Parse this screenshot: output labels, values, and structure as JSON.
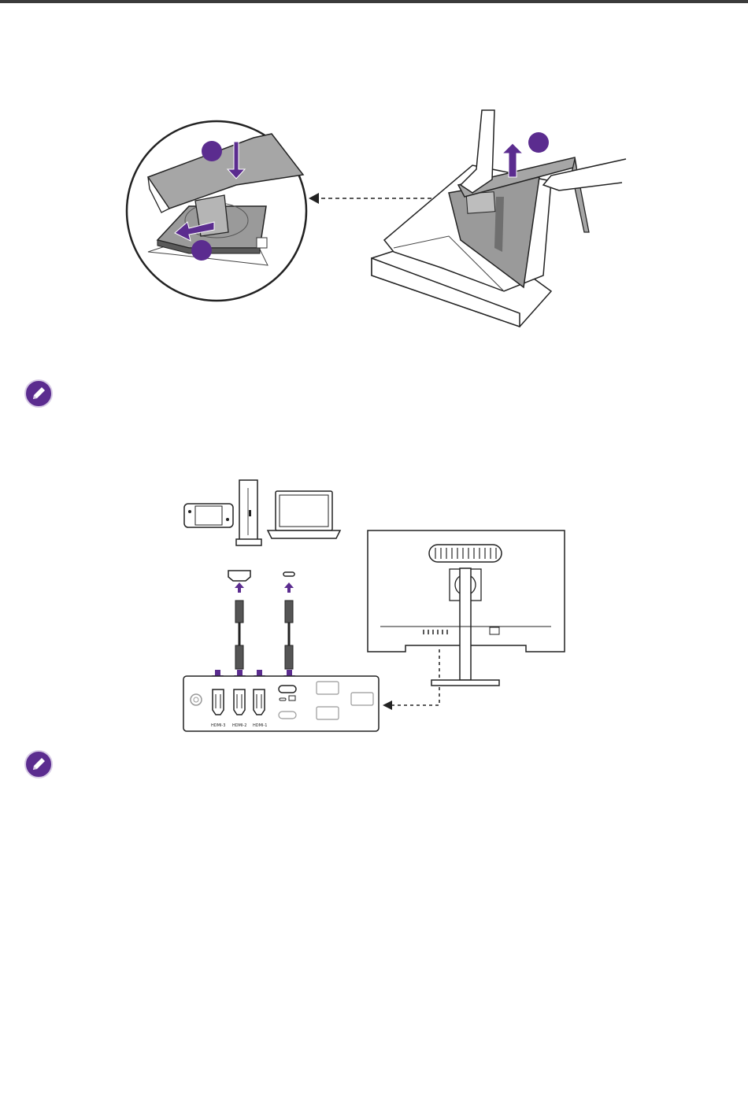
{
  "page": {
    "accent_color": "#5b2c8f",
    "rule_color": "#3b3b3b",
    "stand_gray": "#a6a6a6"
  },
  "figure_removal": {
    "callouts": [
      "",
      "",
      ""
    ],
    "arrow_icons": [
      "arrow-down-icon",
      "arrow-left-icon",
      "arrow-up-icon",
      "dashed-arrow-left-icon"
    ]
  },
  "note_icons": [
    "pencil-note-icon",
    "pencil-note-icon"
  ],
  "figure_connection": {
    "devices": [
      "game-console-icon",
      "desktop-pc-icon",
      "laptop-icon"
    ],
    "connectors": [
      "hdmi-connector-icon",
      "usb-c-connector-icon"
    ],
    "port_labels": {
      "hdmi_3": "HDMI-3",
      "hdmi_2": "HDMI-2",
      "hdmi_1": "HDMI-1"
    }
  }
}
